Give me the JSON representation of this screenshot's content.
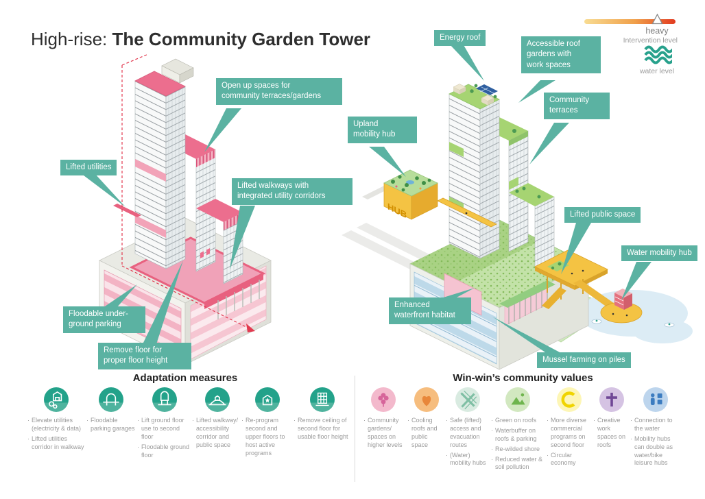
{
  "title": {
    "prefix": "High-rise: ",
    "main": "The Community Garden Tower"
  },
  "legend": {
    "intervention": {
      "level": "heavy",
      "caption": "Intervention level",
      "gradient": [
        "#f8dc92",
        "#f0a04a",
        "#e23b20"
      ],
      "marker": "triangle-near-heavy-end"
    },
    "water": {
      "caption": "water level",
      "icon_color": "#28a18c"
    }
  },
  "colors": {
    "callout_teal": "#5bb2a2",
    "accent_pink": "#e8617f",
    "accent_yellow": "#f4c343",
    "accent_green": "#a6d472",
    "icon_teal": "#23a28a",
    "body_text_gray": "#9a9a9a",
    "water_blue": "#bdd9e9"
  },
  "left_diagram": {
    "name": "Adaptation measures tower",
    "callouts": [
      "Open up spaces for\ncommunity terraces/gardens",
      "Lifted utilities",
      "Lifted walkways with\nintegrated utility corridors",
      "Floodable under-\nground parking",
      "Remove floor for\nproper floor height"
    ]
  },
  "right_diagram": {
    "name": "Win-win community values tower",
    "hub_text": "HUB",
    "callouts": [
      "Energy roof",
      "Accessible roof\ngardens with\nwork spaces",
      "Community\nterraces",
      "Upland\nmobility hub",
      "Lifted public space",
      "Water mobility hub",
      "Enhanced\nwaterfront habitat",
      "Mussel farming on piles"
    ]
  },
  "adaptation": {
    "header": "Adaptation measures",
    "columns": [
      {
        "icon": "elevate-utilities-icon",
        "bullets": [
          "Elevate utilities (electricity & data)",
          "Lifted utilities corridor in walkway"
        ]
      },
      {
        "icon": "floodable-garage-icon",
        "bullets": [
          "Floodable parking garages"
        ]
      },
      {
        "icon": "lift-ground-floor-icon",
        "bullets": [
          "Lift ground floor use to second floor",
          "Floodable ground floor"
        ]
      },
      {
        "icon": "lifted-walkway-icon",
        "bullets": [
          "Lifted walkway/ accessibility corridor and public space"
        ]
      },
      {
        "icon": "reprogram-floors-icon",
        "bullets": [
          "Re-program second and upper floors to host active programs"
        ]
      },
      {
        "icon": "remove-ceiling-icon",
        "bullets": [
          "Remove ceiling of second floor for usable floor height"
        ]
      }
    ]
  },
  "values": {
    "header": "Win-win’s community values",
    "columns": [
      {
        "icon": "community-gardens-icon",
        "bullets": [
          "Community gardens/ spaces on higher levels"
        ]
      },
      {
        "icon": "cooling-roofs-icon",
        "bullets": [
          "Cooling roofs and public space"
        ]
      },
      {
        "icon": "safe-access-icon",
        "bullets": [
          "Safe (lifted) access and evacuation routes",
          "(Water) mobility hubs"
        ]
      },
      {
        "icon": "green-roofs-icon",
        "bullets": [
          "Green on roofs",
          "Waterbuffer on roofs & parking",
          "Re-wilded shore",
          "Reduced water & soil pollution"
        ]
      },
      {
        "icon": "commercial-programs-icon",
        "bullets": [
          "More diverse commercial programs on second floor",
          "Circular economy"
        ]
      },
      {
        "icon": "creative-work-icon",
        "bullets": [
          "Creative work spaces on roofs"
        ]
      },
      {
        "icon": "water-connection-icon",
        "bullets": [
          "Connection to the water",
          "Mobility hubs can double as water/bike leisure hubs"
        ]
      }
    ]
  }
}
